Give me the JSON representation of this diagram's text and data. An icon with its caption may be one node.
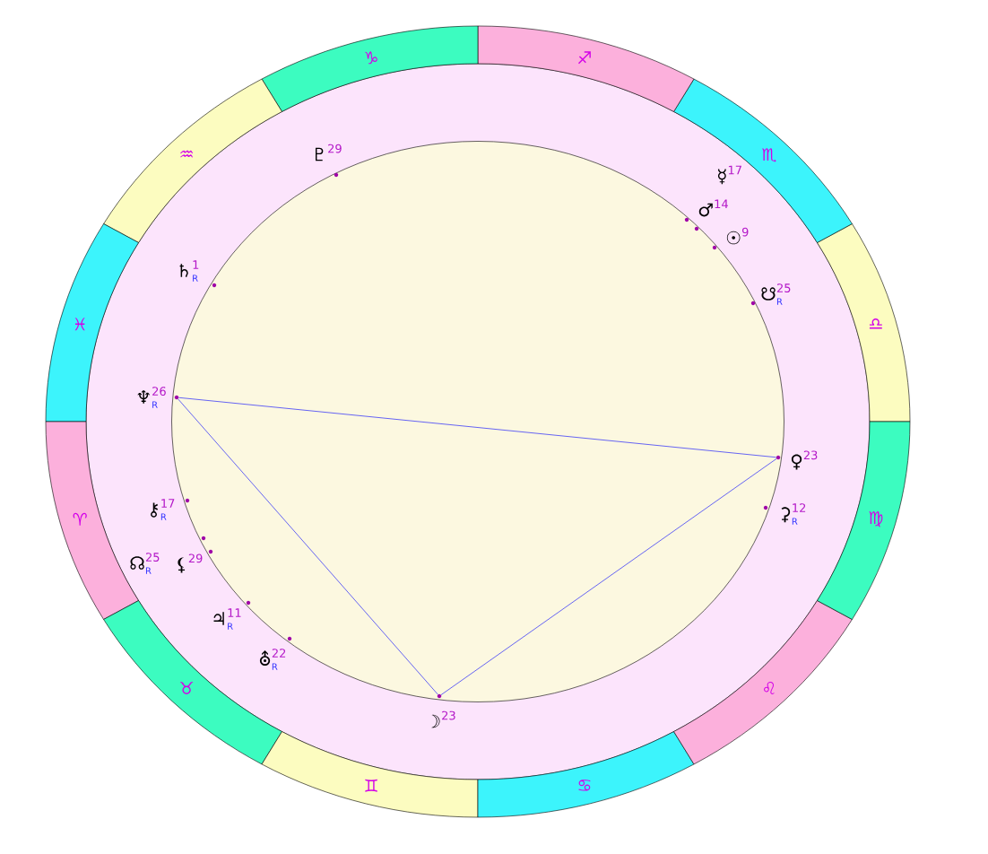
{
  "diagram": {
    "nodes": [
      {
        "text": [
          "♎"
        ]
      },
      {
        "text": [
          "♏"
        ]
      },
      {
        "text": [
          "♐"
        ]
      },
      {
        "text": [
          "♑"
        ]
      },
      {
        "text": [
          "♒"
        ]
      },
      {
        "text": [
          "♓"
        ]
      },
      {
        "text": [
          "♈"
        ]
      },
      {
        "text": [
          "♉"
        ]
      },
      {
        "text": [
          "♊"
        ]
      },
      {
        "text": [
          "♋"
        ]
      },
      {
        "text": [
          "♌"
        ]
      },
      {
        "text": [
          "♍"
        ]
      },
      {
        "text": [
          "♇",
          "29"
        ]
      },
      {
        "text": [
          "☿",
          "17"
        ]
      },
      {
        "text": [
          "♂",
          "14"
        ]
      },
      {
        "text": [
          "☉",
          "9"
        ]
      },
      {
        "text": [
          "♄",
          "1",
          "R"
        ]
      },
      {
        "text": [
          "☋",
          "25",
          "R"
        ]
      },
      {
        "text": [
          "♆",
          "26",
          "R"
        ]
      },
      {
        "text": [
          "♀",
          "23"
        ]
      },
      {
        "text": [
          "⚷",
          "17",
          "R"
        ]
      },
      {
        "text": [
          "⚳",
          "12",
          "R"
        ]
      },
      {
        "text": [
          "☊",
          "25",
          "R"
        ]
      },
      {
        "text": [
          "⚸",
          "29"
        ]
      },
      {
        "text": [
          "♃",
          "11",
          "R"
        ]
      },
      {
        "text": [
          "⛢",
          "22",
          "R"
        ]
      },
      {
        "text": [
          "☽",
          "23"
        ]
      },
      {
        "text": [],
        "shape": "circle"
      },
      {
        "text": [],
        "shape": "circle"
      },
      {
        "text": [],
        "shape": "circle"
      }
    ],
    "edges": [
      {
        "from": 27,
        "to": 28,
        "arrow": "none"
      },
      {
        "from": 27,
        "to": 29,
        "arrow": "none"
      },
      {
        "from": 29,
        "to": 28,
        "arrow": "none"
      }
    ]
  }
}
